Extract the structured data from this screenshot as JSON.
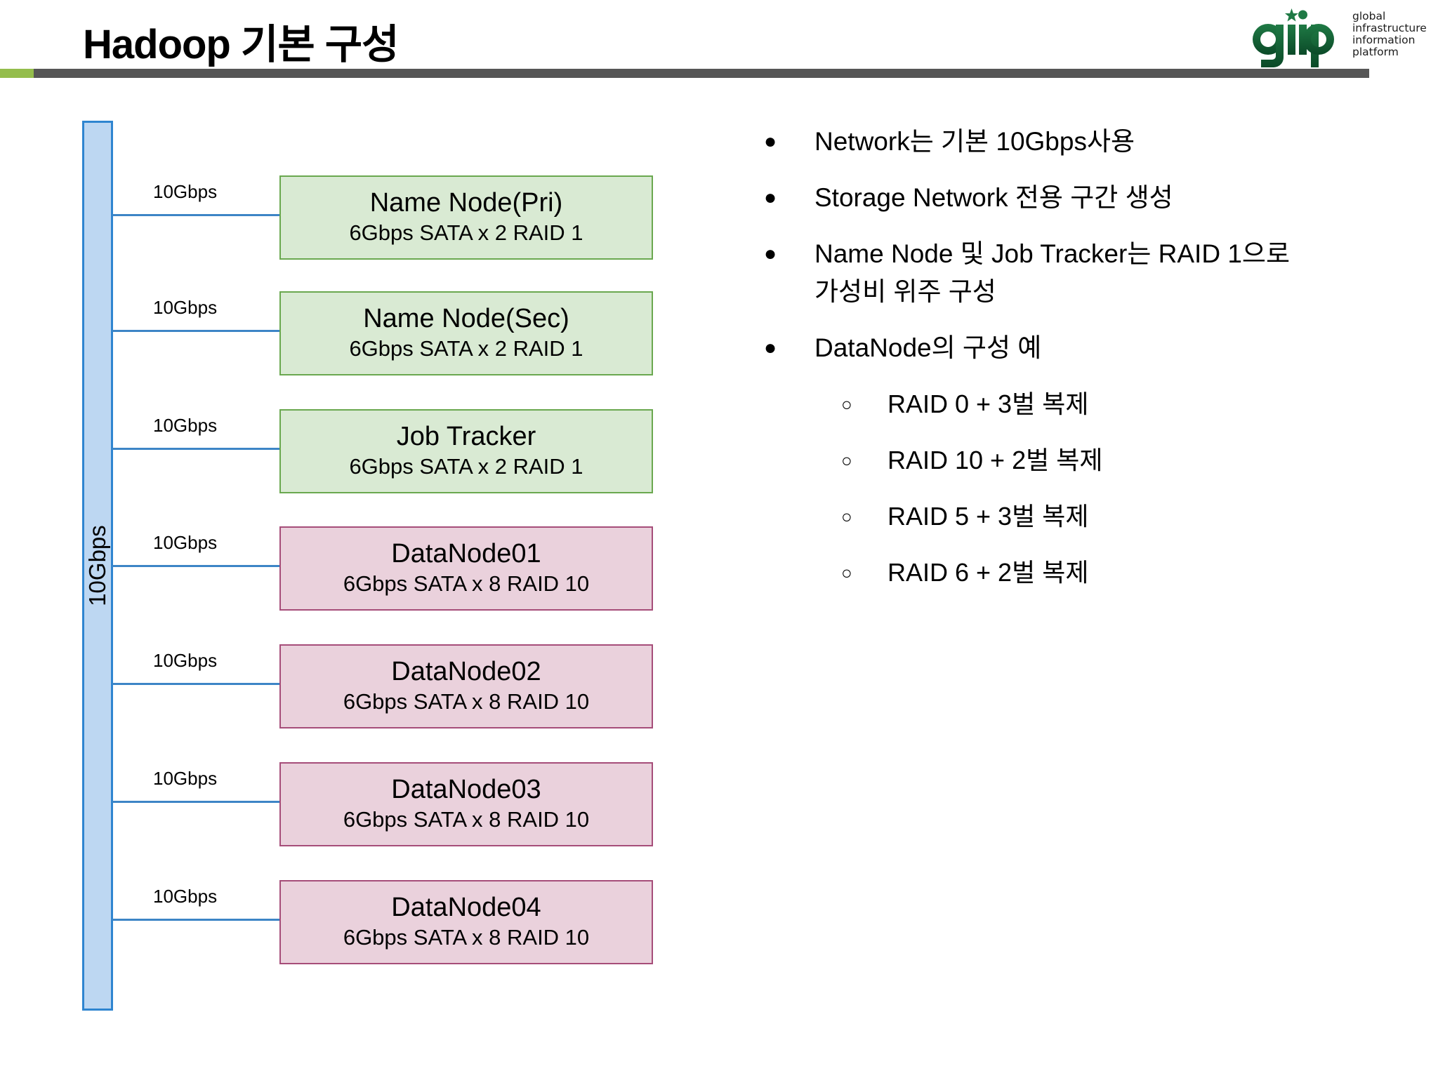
{
  "header": {
    "title": "Hadoop 기본 구성",
    "rule_color": "#565656",
    "accent_color": "#94bd4c"
  },
  "logo": {
    "wordmark": "giip",
    "tagline_line1": "global",
    "tagline_line2": "infrastructure",
    "tagline_line3": "information",
    "tagline_line4": "platform",
    "color": "#11663a"
  },
  "diagram": {
    "backbone_label": "10Gbps",
    "backbone_fill": "#bdd7f2",
    "backbone_border": "#2f85d0",
    "link_color": "#3d85c6",
    "green_fill": "#d9ead3",
    "green_border": "#6aa84f",
    "pink_fill": "#ead1dc",
    "pink_border": "#a64d79",
    "nodes": [
      {
        "link_label": "10Gbps",
        "title": "Name Node(Pri)",
        "subtitle": "6Gbps SATA x 2 RAID 1",
        "kind": "green"
      },
      {
        "link_label": "10Gbps",
        "title": "Name Node(Sec)",
        "subtitle": "6Gbps SATA x 2 RAID 1",
        "kind": "green"
      },
      {
        "link_label": "10Gbps",
        "title": "Job Tracker",
        "subtitle": "6Gbps SATA x 2 RAID 1",
        "kind": "green"
      },
      {
        "link_label": "10Gbps",
        "title": "DataNode01",
        "subtitle": "6Gbps SATA x 8 RAID 10",
        "kind": "pink"
      },
      {
        "link_label": "10Gbps",
        "title": "DataNode02",
        "subtitle": "6Gbps SATA x 8 RAID 10",
        "kind": "pink"
      },
      {
        "link_label": "10Gbps",
        "title": "DataNode03",
        "subtitle": "6Gbps SATA x 8 RAID 10",
        "kind": "pink"
      },
      {
        "link_label": "10Gbps",
        "title": "DataNode04",
        "subtitle": "6Gbps SATA x 8 RAID 10",
        "kind": "pink"
      }
    ]
  },
  "notes": {
    "bullet_marker_level1": "●",
    "bullet_marker_level2": "○",
    "items": [
      {
        "level": 1,
        "text": "Network는 기본 10Gbps사용"
      },
      {
        "level": 1,
        "text": "Storage Network 전용 구간 생성"
      },
      {
        "level": 1,
        "text": "Name Node 및 Job Tracker는 RAID 1으로",
        "continuation": "가성비 위주 구성"
      },
      {
        "level": 1,
        "text": "DataNode의 구성 예"
      },
      {
        "level": 2,
        "text": "RAID 0 + 3벌 복제"
      },
      {
        "level": 2,
        "text": "RAID 10 + 2벌 복제"
      },
      {
        "level": 2,
        "text": "RAID 5 + 3벌 복제"
      },
      {
        "level": 2,
        "text": "RAID 6 + 2벌 복제"
      }
    ]
  }
}
